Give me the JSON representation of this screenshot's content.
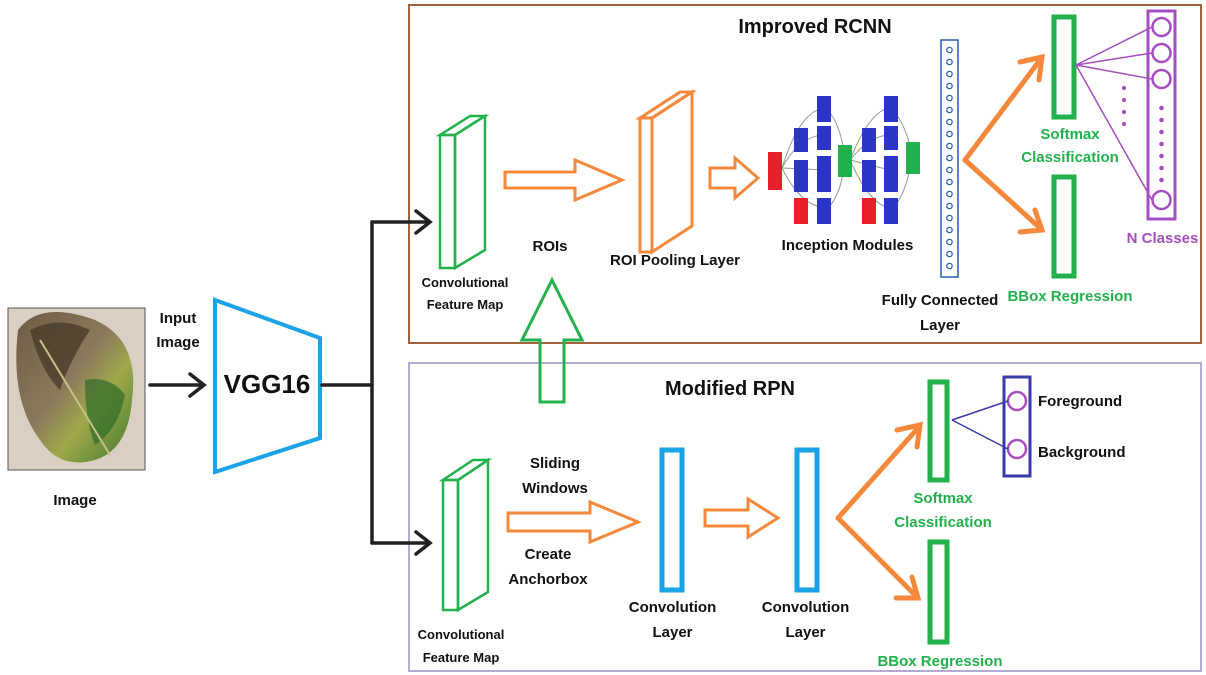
{
  "input": {
    "caption": "Image",
    "arrow_label_line1": "Input",
    "arrow_label_line2": "Image"
  },
  "backbone": {
    "label": "VGG16"
  },
  "rcnn": {
    "title": "Improved RCNN",
    "feature_map_line1": "Convolutional",
    "feature_map_line2": "Feature Map",
    "rois": "ROIs",
    "roi_pooling": "ROI Pooling Layer",
    "inception": "Inception Modules",
    "fc_line1": "Fully Connected",
    "fc_line2": "Layer",
    "softmax_line1": "Softmax",
    "softmax_line2": "Classification",
    "bbox": "BBox Regression",
    "n_classes": "N Classes"
  },
  "rpn": {
    "title": "Modified RPN",
    "feature_map_line1": "Convolutional",
    "feature_map_line2": "Feature Map",
    "sliding_line1": "Sliding",
    "sliding_line2": "Windows",
    "anchor_line1": "Create",
    "anchor_line2": "Anchorbox",
    "conv1_line1": "Convolution",
    "conv1_line2": "Layer",
    "conv2_line1": "Convolution",
    "conv2_line2": "Layer",
    "softmax_line1": "Softmax",
    "softmax_line2": "Classification",
    "bbox": "BBox Regression",
    "foreground": "Foreground",
    "background": "Background"
  },
  "colors": {
    "rcnn_border": "#a0643c",
    "rpn_border": "#b4aad2",
    "orange": "#f5883a",
    "green": "#22b14c",
    "blue": "#1aa3e6",
    "purple": "#a64ec0",
    "navy": "#3a3aa8",
    "inception_blue": "#2b35c8",
    "inception_red": "#e8202a"
  }
}
